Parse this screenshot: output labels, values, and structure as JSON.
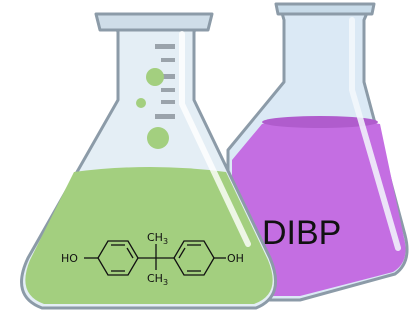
{
  "purple_flask": {
    "label": "DIBP",
    "liquid_color": "#c46ee2",
    "glass_color": "#dbe9f5"
  },
  "green_flask": {
    "liquid_color": "#a3cf7f",
    "glass_color": "#e4eef5",
    "molecule": {
      "left_group": "HO",
      "right_group": "OH",
      "top_methyl": "CH",
      "top_methyl_sub": "3",
      "bottom_methyl": "CH",
      "bottom_methyl_sub": "3"
    }
  },
  "colors": {
    "outline": "#8c9ba8",
    "scale_marks": "#9aa3ab",
    "bubble": "#a3cf7f"
  }
}
